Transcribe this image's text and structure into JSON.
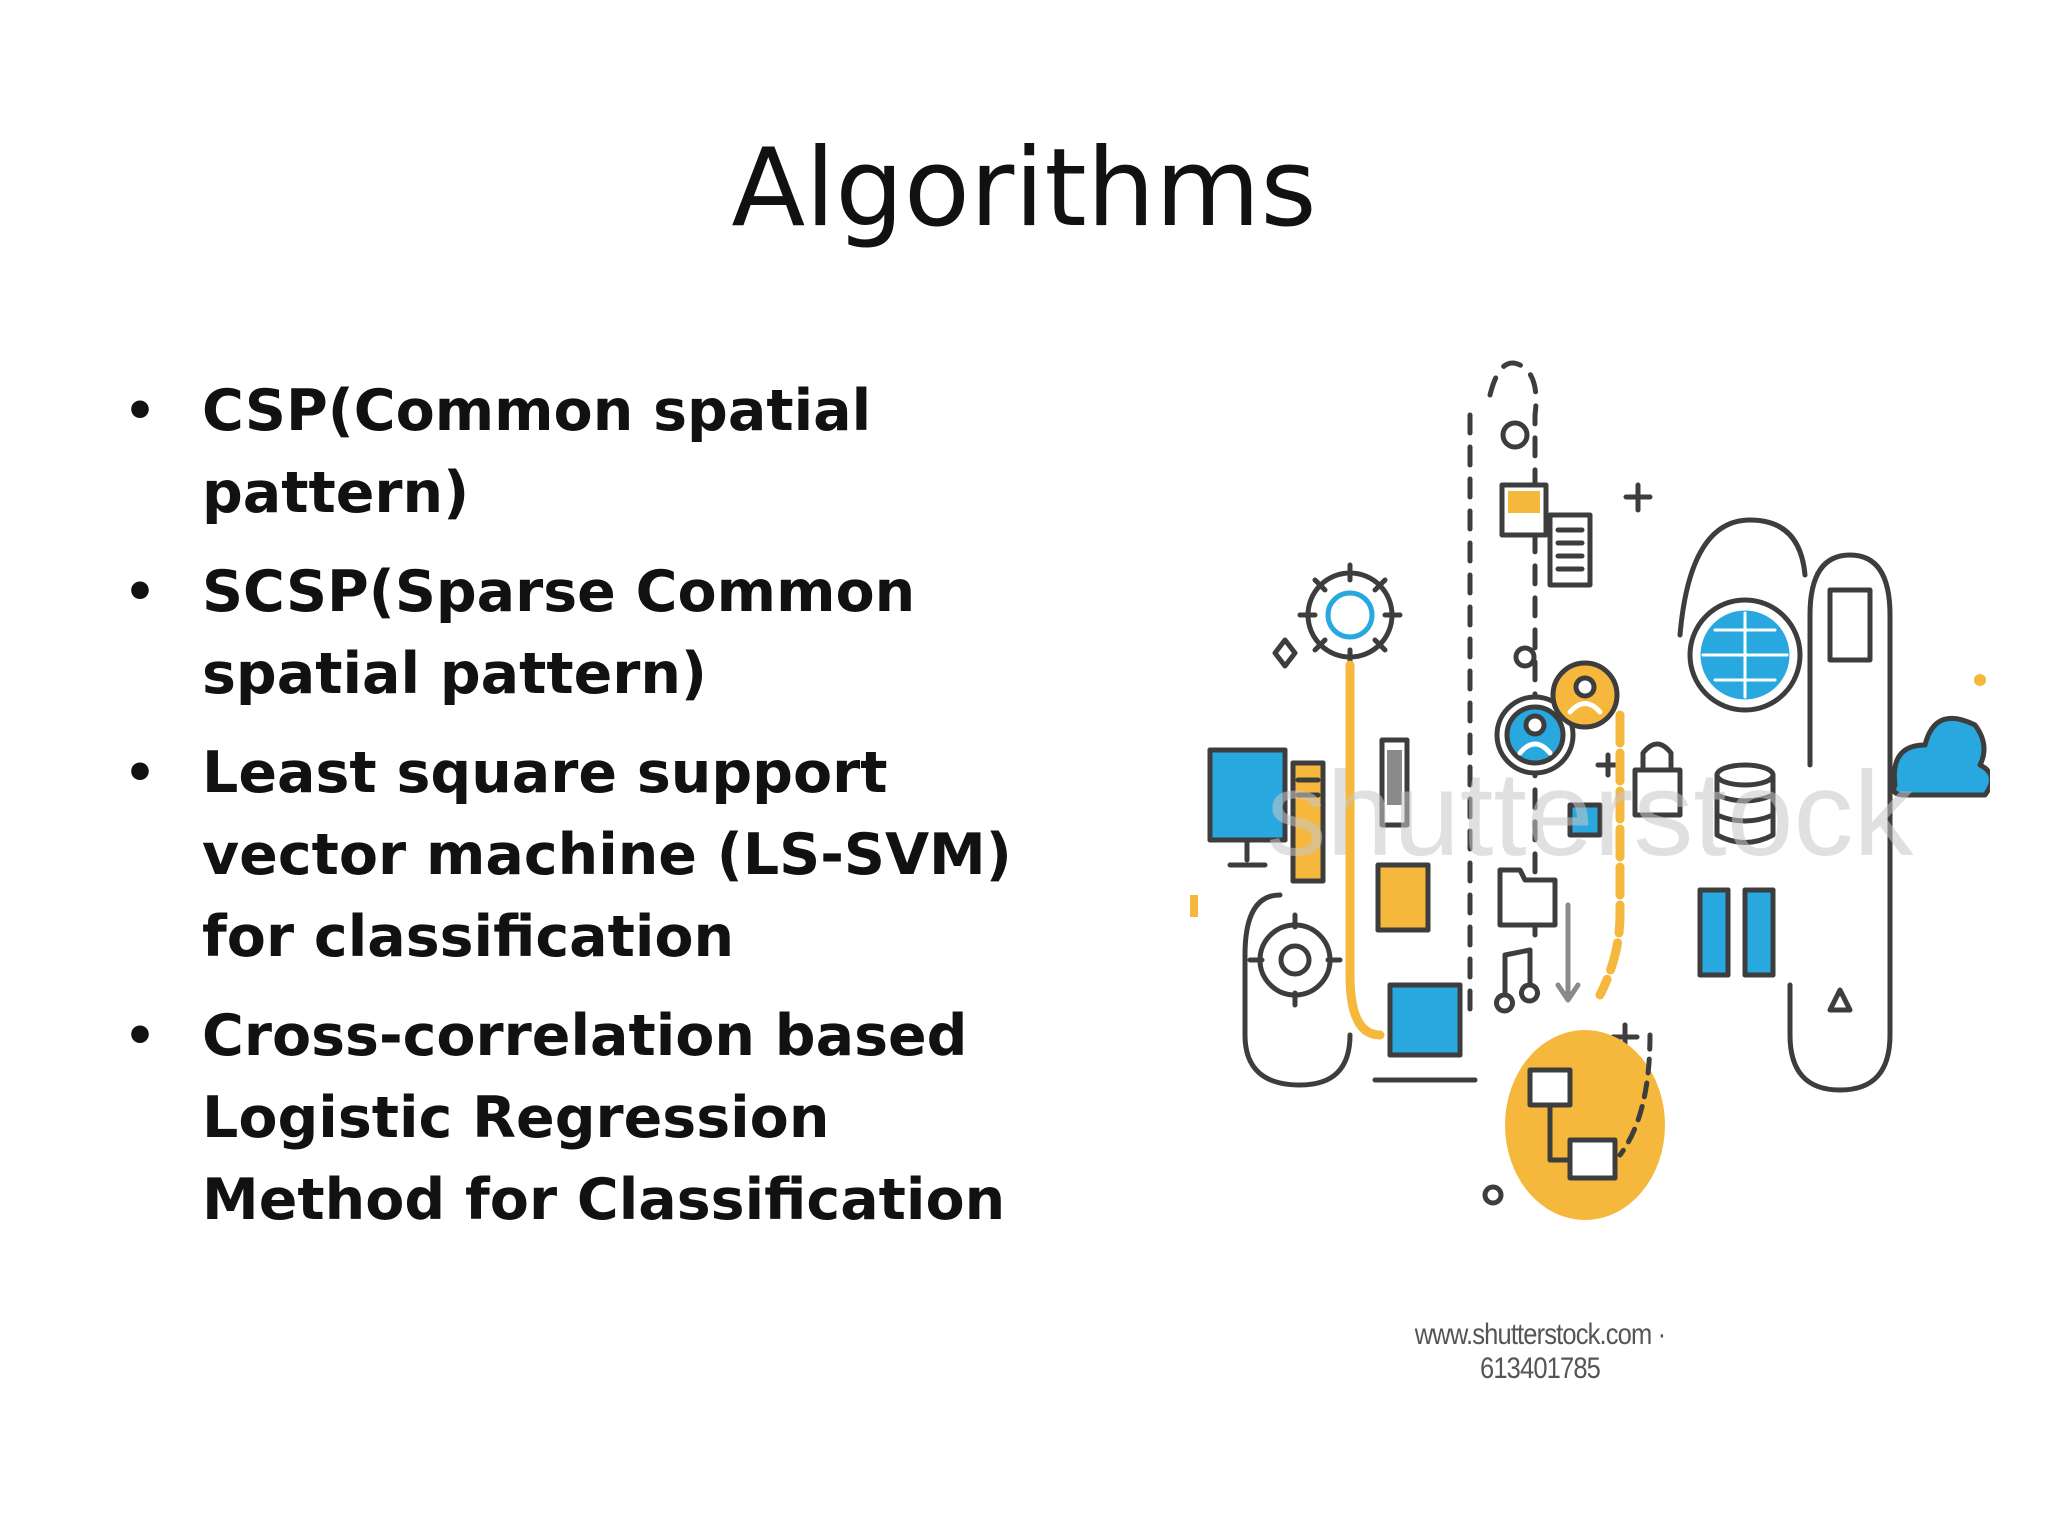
{
  "slide": {
    "title": "Algorithms",
    "bullets": [
      "CSP(Common spatial pattern)",
      "SCSP(Sparse Common spatial pattern)",
      "Least square support vector machine (LS-SVM) for classification",
      "Cross-correlation based Logistic Regression Method for Classification"
    ],
    "bullet_marker": "•"
  },
  "illustration": {
    "watermark": "shutterstock",
    "caption": "www.shutterstock.com · 613401785",
    "colors": {
      "outline": "#3d3d3d",
      "blue": "#29a8e0",
      "yellow": "#f5b83d",
      "gray": "#8a8a8a"
    },
    "icons": [
      "gear-icon",
      "monitor-icon",
      "server-icon",
      "phone-icon",
      "tablet-icon",
      "laptop-icon",
      "image-icon",
      "document-icon",
      "user-profile-icon",
      "lock-icon",
      "globe-icon",
      "database-icon",
      "cloud-icon",
      "folder-icon",
      "music-note-icon",
      "network-icon",
      "flowchart-icon",
      "robot-icon"
    ]
  }
}
